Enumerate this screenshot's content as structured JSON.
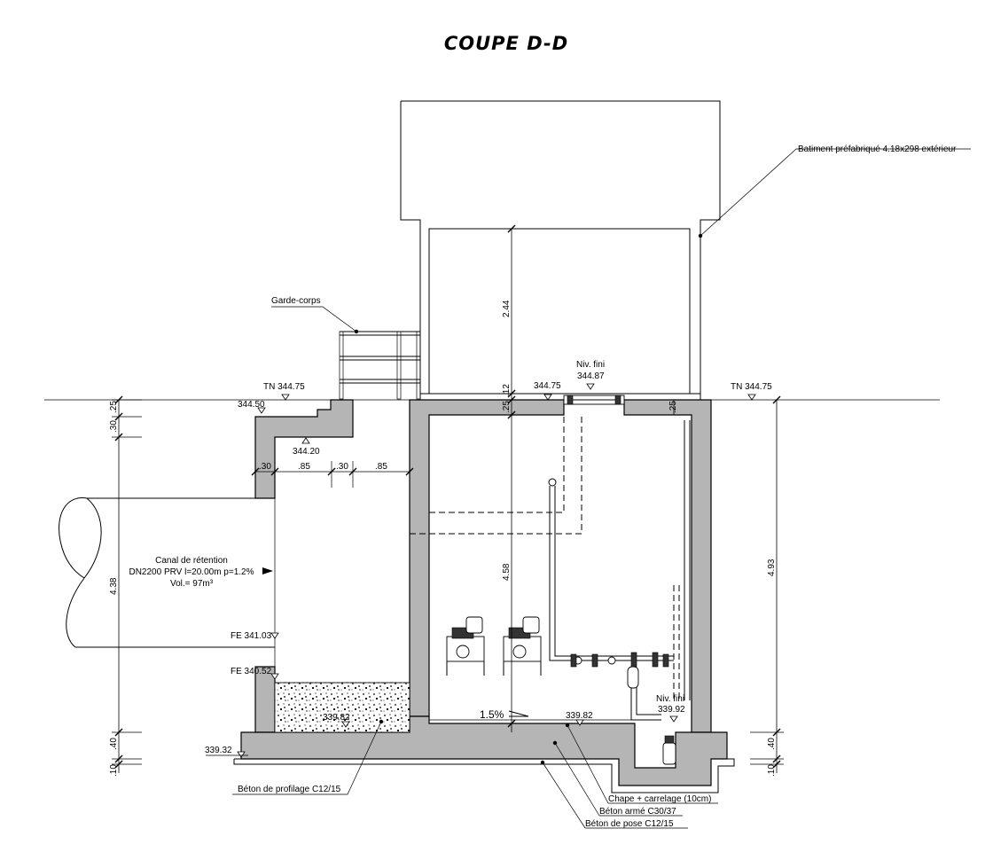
{
  "title": "COUPE D-D",
  "labels": {
    "batiment": "Batiment préfabriqué 4.18x298 extérieur",
    "garde_corps": "Garde-corps",
    "tn_left": "TN 344.75",
    "tn_right": "TN 344.75",
    "lvl_344_50": "344.50",
    "lvl_344_20": "344.20",
    "lvl_344_75": "344.75",
    "niv_fini_top_1": "Niv. fini",
    "niv_fini_top_2": "344.87",
    "canal_1": "Canal de rétention",
    "canal_2": "DN2200 PRV l=20.00m p=1.2%",
    "canal_3": "Vol.= 97m³",
    "fe_341": "FE 341.03",
    "fe_340": "FE 340.52",
    "lvl_339_82_left": "339.82",
    "lvl_339_82_right": "339.82",
    "lvl_339_32": "339.32",
    "slope": "1.5%",
    "niv_fini_bottom_1": "Niv. fini",
    "niv_fini_bottom_2": "339.92",
    "beton_profilage": "Béton de profilage C12/15",
    "chape": "Chape + carrelage (10cm)",
    "beton_arme": "Béton armé C30/37",
    "beton_pose": "Béton de pose C12/15"
  },
  "dimensions": {
    "left_25": ".25",
    "left_30": ".30",
    "left_438": "4.38",
    "left_40": ".40",
    "left_10": ".10",
    "w1": ".30",
    "w2": ".85",
    "w3": ".30",
    "w4": ".85",
    "h244": "2.44",
    "h25_12": ".25",
    "h12": ".12",
    "h25_r": ".25",
    "h458": "4.58",
    "right_493": "4.93",
    "right_40": ".40",
    "right_10": ".10"
  }
}
